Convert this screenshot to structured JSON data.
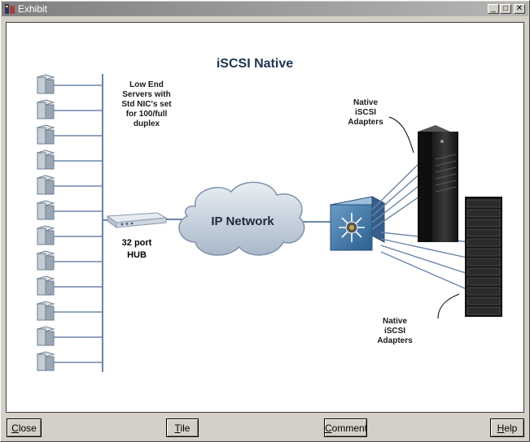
{
  "window": {
    "title": "Exhibit"
  },
  "diagram": {
    "title": "iSCSI Native",
    "servers_label": [
      "Low End",
      "Servers with",
      "Std NIC's set",
      "for 100/full",
      "duplex"
    ],
    "hub_label": [
      "32 port",
      "HUB"
    ],
    "cloud_label": "IP Network",
    "adapters_top": [
      "Native",
      "iSCSI",
      "Adapters"
    ],
    "adapters_bottom": [
      "Native",
      "iSCSI",
      "Adapters"
    ]
  },
  "buttons": {
    "close": {
      "mnemonic": "C",
      "rest": "lose"
    },
    "tile": {
      "mnemonic": "T",
      "rest": "ile"
    },
    "comment": {
      "mnemonic": "C",
      "rest": "omment"
    },
    "help": {
      "mnemonic": "H",
      "rest": "elp"
    }
  }
}
